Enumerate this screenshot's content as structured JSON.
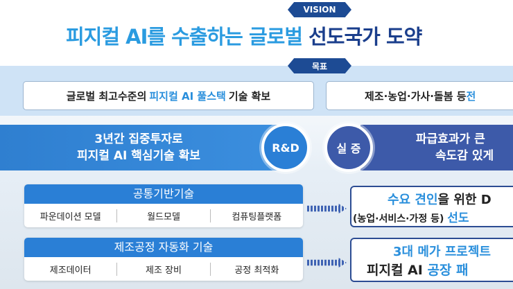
{
  "vision_tag": "VISION",
  "title": {
    "part1": "피지컬 AI를 수출하는 글로벌",
    "part2": "선도국가 도약"
  },
  "goal_tag": "목표",
  "goals": [
    {
      "pre": "글로벌 최고수준의 ",
      "highlight": "피지컬 AI 풀스택",
      "post": " 기술 확보"
    },
    {
      "pre": "제조·농업·가사·돌봄 등 ",
      "highlight": "전"
    }
  ],
  "strategy": {
    "left": [
      "3년간 집중투자로",
      "피지컬 AI 핵심기술 확보"
    ],
    "right": [
      "파급효과가 큰",
      "속도감 있게"
    ],
    "cycle": [
      "R&D",
      "실 증"
    ]
  },
  "tech_groups": [
    {
      "title": "공통기반기술",
      "items": [
        "파운데이션 모델",
        "월드모델",
        "컴퓨팅플랫폼"
      ]
    },
    {
      "title": "제조공정 자동화 기술",
      "items": [
        "제조데이터",
        "제조 장비",
        "공정 최적화"
      ]
    }
  ],
  "outcomes": [
    {
      "line1": {
        "hl": "수요 견인",
        "rest": "을 위한 D"
      },
      "line2": {
        "pre": "(농업·서비스·가정 등) ",
        "hl": "선도"
      }
    },
    {
      "line1": {
        "hl": "3대 메가 프로젝트"
      },
      "line2": {
        "pre": "피지컬 AI ",
        "hl": "공장 패"
      }
    }
  ],
  "colors": {
    "navy": "#1d4b94",
    "light_blue": "#2a9be0",
    "band": "#cfe3f6"
  }
}
